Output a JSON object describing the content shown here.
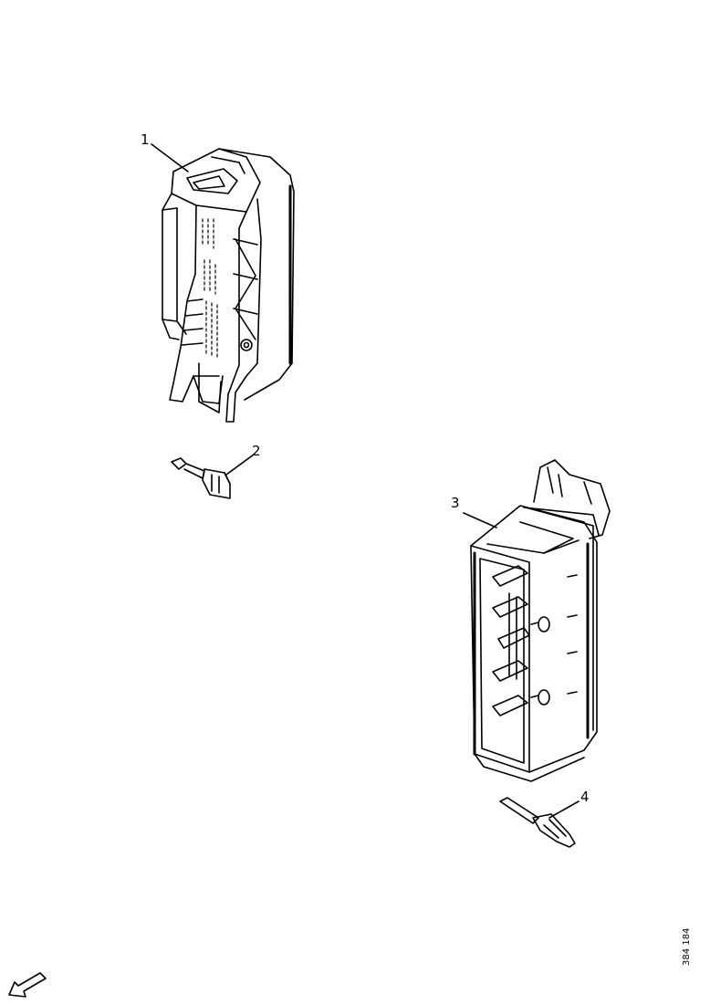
{
  "callouts": {
    "c1": "1",
    "c2": "2",
    "c3": "3",
    "c4": "4"
  },
  "reference_number": "384 184",
  "colors": {
    "line": "#000000",
    "background": "#ffffff"
  },
  "icons": {
    "orientation": "direction-arrow-icon"
  }
}
